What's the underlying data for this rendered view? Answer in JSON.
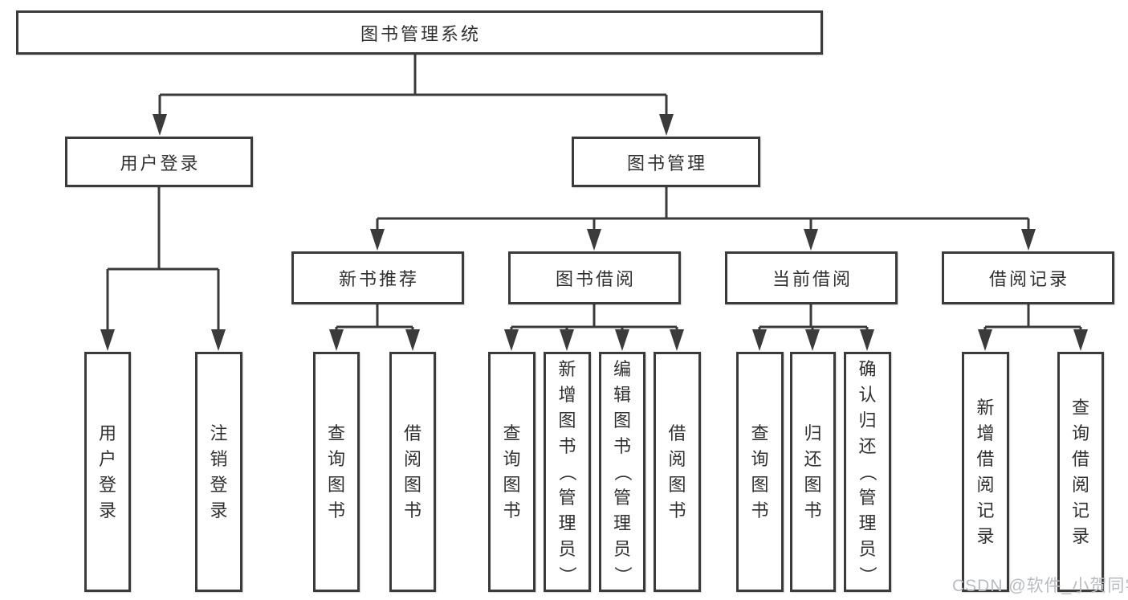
{
  "tree": {
    "label": "图书管理系统",
    "children": [
      {
        "label": "用户登录",
        "children": [
          {
            "label": "用户登录"
          },
          {
            "label": "注销登录"
          }
        ]
      },
      {
        "label": "图书管理",
        "children": [
          {
            "label": "新书推荐",
            "children": [
              {
                "label": "查询图书"
              },
              {
                "label": "借阅图书"
              }
            ]
          },
          {
            "label": "图书借阅",
            "children": [
              {
                "label": "查询图书"
              },
              {
                "label": "新增图书（管理员）"
              },
              {
                "label": "编辑图书（管理员）"
              },
              {
                "label": "借阅图书"
              }
            ]
          },
          {
            "label": "当前借阅",
            "children": [
              {
                "label": "查询图书"
              },
              {
                "label": "归还图书"
              },
              {
                "label": "确认归还（管理员）"
              }
            ]
          },
          {
            "label": "借阅记录",
            "children": [
              {
                "label": "新增借阅记录"
              },
              {
                "label": "查询借阅记录"
              }
            ]
          }
        ]
      }
    ]
  },
  "watermark": {
    "text": "CSDN @软件_小贺同学"
  },
  "colors": {
    "line": "#3b3b3b",
    "text": "#303030",
    "watermark": "#b8bcc1",
    "background": "#ffffff"
  }
}
